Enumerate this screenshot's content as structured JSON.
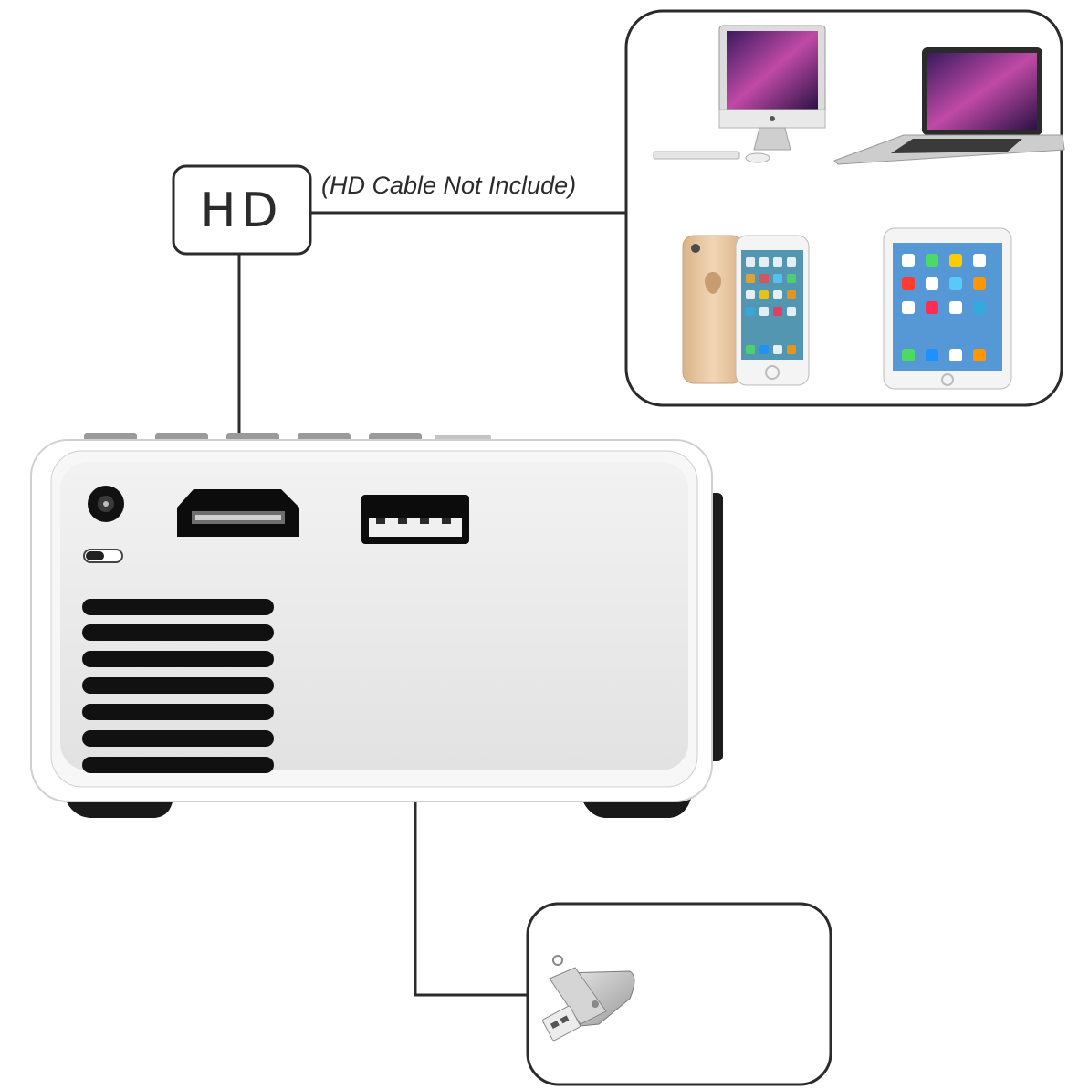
{
  "labels": {
    "hd_port": "HD",
    "cable_note": "(HD Cable Not Include)"
  },
  "devices": [
    {
      "name": "desktop-computer-icon"
    },
    {
      "name": "laptop-icon"
    },
    {
      "name": "smartphone-icon"
    },
    {
      "name": "tablet-icon"
    }
  ],
  "projector_ports": [
    "dc-power-jack",
    "hd-port",
    "usb-port"
  ],
  "usb_accessory": "usb-flash-drive-icon",
  "colors": {
    "outline": "#2b2b2b",
    "projector_body": "#ffffff",
    "projector_panel": "#ebebeb",
    "vent": "#111111",
    "screen_purple": "#a0358f",
    "phone_gold": "#e7c6a0"
  }
}
